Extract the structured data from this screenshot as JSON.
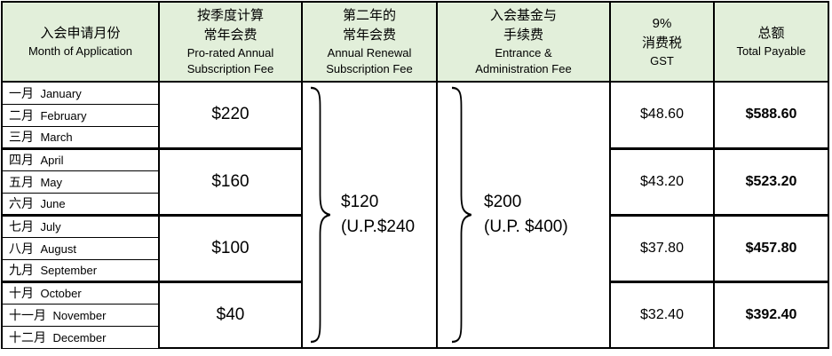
{
  "colors": {
    "header_bg": "#E2EFDA",
    "border": "#000000",
    "text": "#000000",
    "bg": "#FFFFFF"
  },
  "table": {
    "header": {
      "month": {
        "lines": [
          "入会申请月份",
          "Month of Application"
        ]
      },
      "pro_rated": {
        "lines": [
          "按季度计算",
          "常年会费",
          "Pro-rated Annual",
          "Subscription Fee"
        ]
      },
      "renewal": {
        "lines": [
          "第二年的",
          "常年会费",
          "Annual Renewal",
          "Subscription Fee"
        ]
      },
      "entrance": {
        "lines": [
          "入会基金与",
          "手续费",
          "Entrance &",
          "Administration Fee"
        ]
      },
      "gst": {
        "lines": [
          "9%",
          "消费税",
          "GST"
        ]
      },
      "total": {
        "lines": [
          "总额",
          "Total Payable"
        ]
      }
    },
    "months": [
      {
        "zh": "一月",
        "en": "January"
      },
      {
        "zh": "二月",
        "en": "February"
      },
      {
        "zh": "三月",
        "en": "March"
      },
      {
        "zh": "四月",
        "en": "April"
      },
      {
        "zh": "五月",
        "en": "May"
      },
      {
        "zh": "六月",
        "en": "June"
      },
      {
        "zh": "七月",
        "en": "July"
      },
      {
        "zh": "八月",
        "en": "August"
      },
      {
        "zh": "九月",
        "en": "September"
      },
      {
        "zh": "十月",
        "en": "October"
      },
      {
        "zh": "十一月",
        "en": "November"
      },
      {
        "zh": "十二月",
        "en": "December"
      }
    ],
    "quarters": [
      {
        "pro_rated": "$220",
        "gst": "$48.60",
        "total": "$588.60"
      },
      {
        "pro_rated": "$160",
        "gst": "$43.20",
        "total": "$523.20"
      },
      {
        "pro_rated": "$100",
        "gst": "$37.80",
        "total": "$457.80"
      },
      {
        "pro_rated": "$40",
        "gst": "$32.40",
        "total": "$392.40"
      }
    ],
    "renewal_value": {
      "line1": "$120",
      "line2": "(U.P.$240"
    },
    "entrance_value": {
      "line1": "$200",
      "line2": "(U.P. $400)"
    }
  },
  "chart_data": {
    "type": "table",
    "columns": [
      "入会申请月份 Month of Application",
      "按季度计算 常年会费 Pro-rated Annual Subscription Fee",
      "第二年的 常年会费 Annual Renewal Subscription Fee",
      "入会基金与 手续费 Entrance & Administration Fee",
      "9% 消费税 GST",
      "总额 Total Payable"
    ],
    "rows": [
      [
        "一月 January, 二月 February, 三月 March",
        "$220",
        "$120 (U.P.$240",
        "$200 (U.P. $400)",
        "$48.60",
        "$588.60"
      ],
      [
        "四月 April, 五月 May, 六月 June",
        "$160",
        "$120 (U.P.$240",
        "$200 (U.P. $400)",
        "$43.20",
        "$523.20"
      ],
      [
        "七月 July, 八月 August, 九月 September",
        "$100",
        "$120 (U.P.$240",
        "$200 (U.P. $400)",
        "$37.80",
        "$457.80"
      ],
      [
        "十月 October, 十一月 November, 十二月 December",
        "$40",
        "$120 (U.P.$240",
        "$200 (U.P. $400)",
        "$32.40",
        "$392.40"
      ]
    ],
    "notes": "Renewal fee and Entrance fee cells each span all 12 month rows with a large curly brace; GST and Total cells span quarters of 3 months."
  }
}
